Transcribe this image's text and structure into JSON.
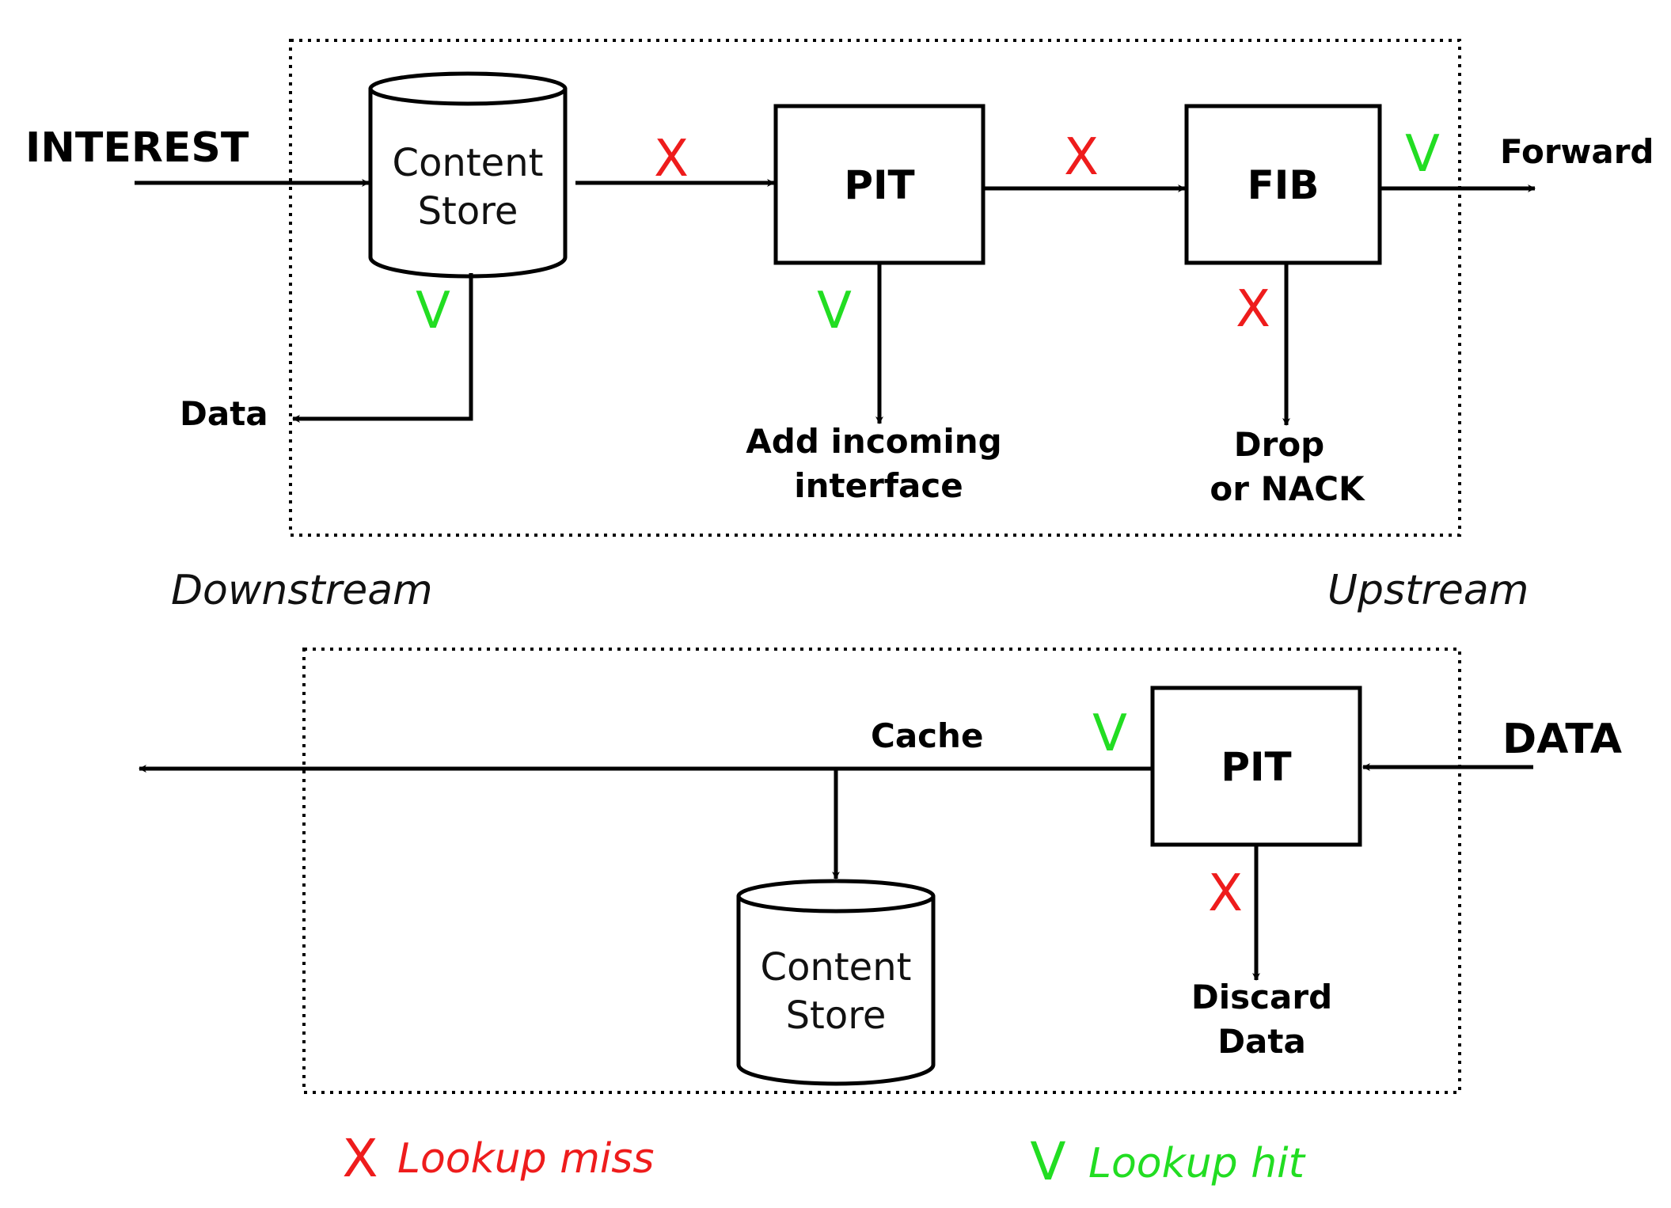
{
  "colors": {
    "miss": "#ee1c1c",
    "hit": "#22dd22",
    "line": "#000000"
  },
  "interest": {
    "input_label": "INTEREST",
    "content_store": {
      "line1": "Content",
      "line2": "Store"
    },
    "pit_label": "PIT",
    "fib_label": "FIB",
    "forward_label": "Forward",
    "data_label": "Data",
    "pit_hit_action": {
      "line1": "Add incoming",
      "line2": "interface"
    },
    "fib_miss_action": {
      "line1": "Drop",
      "line2": "or NACK"
    },
    "marks": {
      "cs_to_pit": "X",
      "pit_to_fib": "X",
      "fib_forward": "V",
      "cs_hit": "V",
      "pit_hit": "V",
      "fib_miss": "X"
    }
  },
  "labels": {
    "downstream": "Downstream",
    "upstream": "Upstream"
  },
  "data_path": {
    "input_label": "DATA",
    "pit_label": "PIT",
    "cache_label": "Cache",
    "content_store": {
      "line1": "Content",
      "line2": "Store"
    },
    "discard": {
      "line1": "Discard",
      "line2": "Data"
    },
    "marks": {
      "pit_hit": "V",
      "pit_miss": "X"
    }
  },
  "legend": {
    "miss_symbol": "X",
    "miss_text": "Lookup miss",
    "hit_symbol": "V",
    "hit_text": "Lookup hit"
  }
}
